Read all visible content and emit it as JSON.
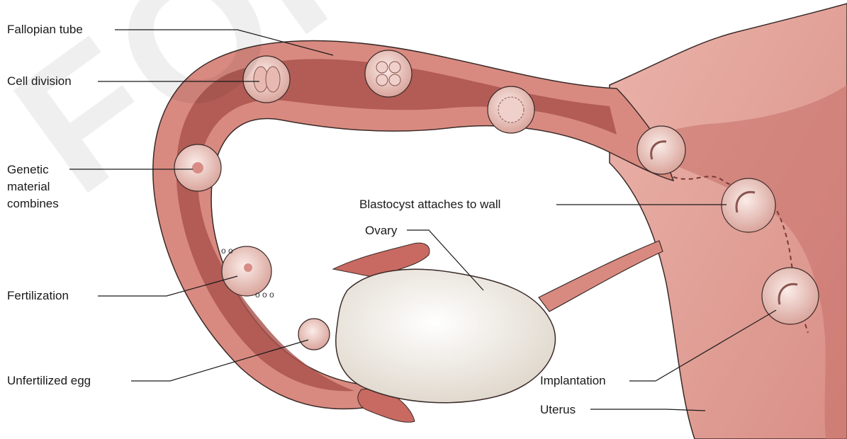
{
  "watermark": "FOR R",
  "labels": {
    "fallopian_tube": "Fallopian tube",
    "cell_division": "Cell division",
    "genetic_material": [
      "Genetic",
      "material",
      "combines"
    ],
    "fertilization": "Fertilization",
    "unfertilized_egg": "Unfertilized egg",
    "blastocyst": "Blastocyst attaches to wall",
    "ovary": "Ovary",
    "implantation": "Implantation",
    "uterus": "Uterus"
  },
  "colors": {
    "tube_outer": "#d98a80",
    "tube_inner": "#a8504a",
    "uterus": "#e8a9a0",
    "ovary": "#f2ede6",
    "cell": "#f4dcd6"
  }
}
